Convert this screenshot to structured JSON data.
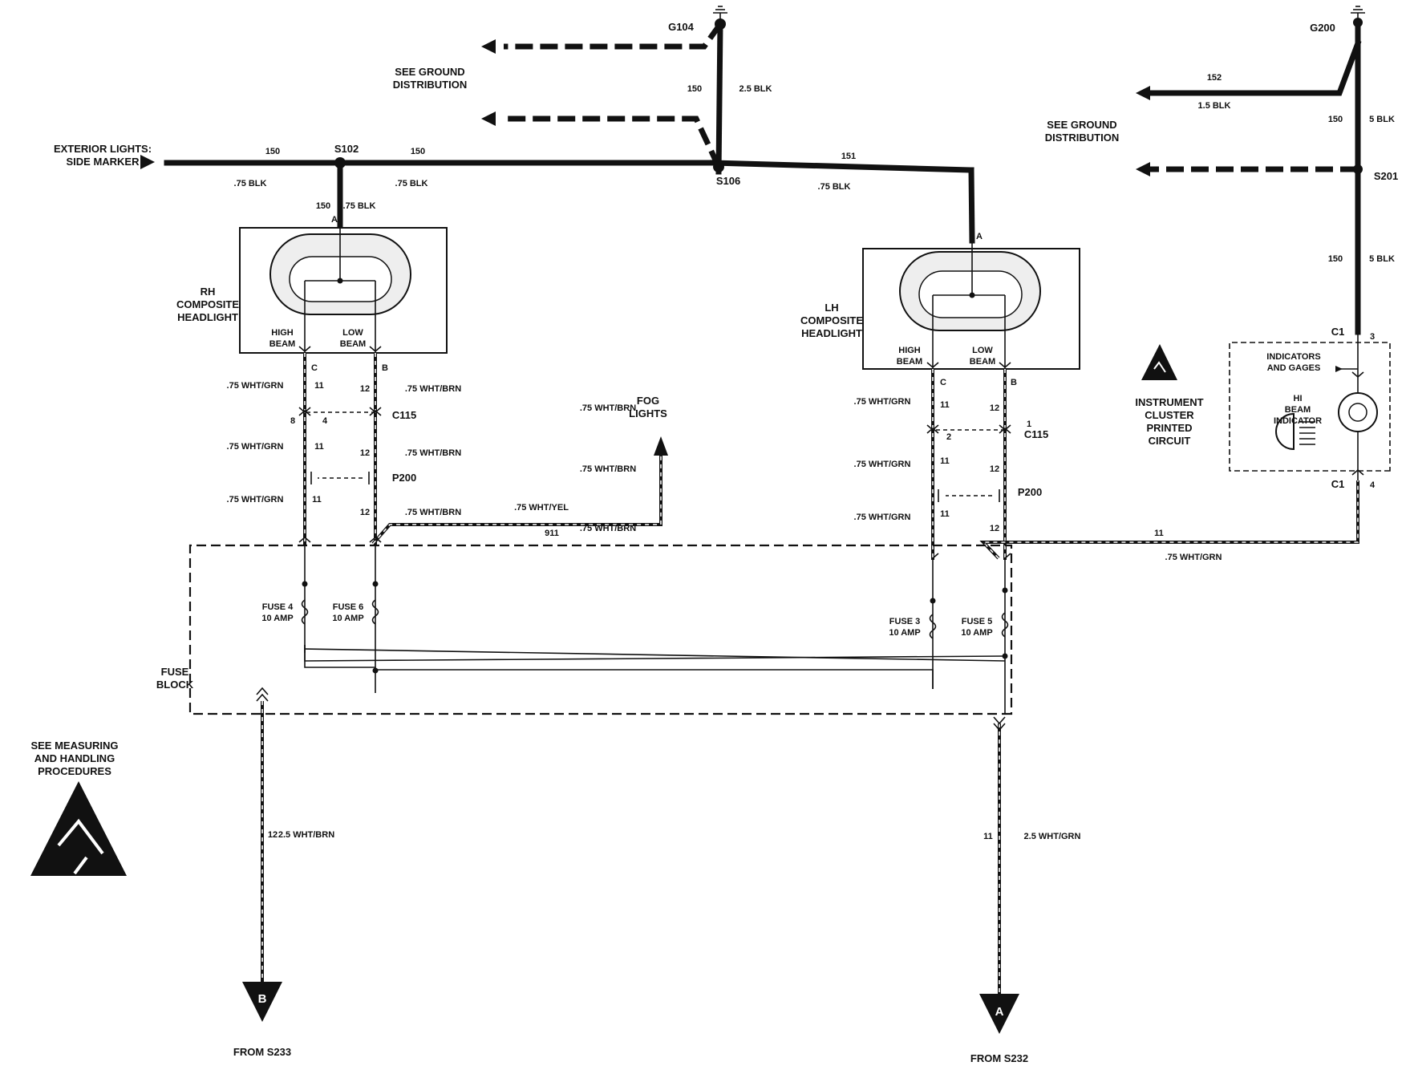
{
  "labels": {
    "exterior_lights_1": "EXTERIOR LIGHTS:",
    "exterior_lights_2": "SIDE MARKER",
    "see_ground_left_1": "SEE GROUND",
    "see_ground_left_2": "DISTRIBUTION",
    "see_ground_right_1": "SEE GROUND",
    "see_ground_right_2": "DISTRIBUTION",
    "g104": "G104",
    "g200": "G200",
    "s102": "S102",
    "s106": "S106",
    "s201": "S201",
    "rh_headlight_1": "RH",
    "rh_headlight_2": "COMPOSITE",
    "rh_headlight_3": "HEADLIGHT",
    "lh_headlight_1": "LH",
    "lh_headlight_2": "COMPOSITE",
    "lh_headlight_3": "HEADLIGHT",
    "low_beam_1": "LOW",
    "low_beam_2": "BEAM",
    "high_beam_1": "HIGH",
    "high_beam_2": "BEAM",
    "pin_a": "A",
    "pin_b": "B",
    "pin_c": "C",
    "c115": "C115",
    "p200": "P200",
    "c1": "C1",
    "pin_3": "3",
    "pin_4": "4",
    "pin_8": "8",
    "pin_1": "1",
    "pin_2": "2",
    "fog_lights_1": "FOG",
    "fog_lights_2": "LIGHTS",
    "fuse_block_1": "FUSE",
    "fuse_block_2": "BLOCK",
    "fuse6": "FUSE 6",
    "fuse4": "FUSE 4",
    "fuse5": "FUSE 5",
    "fuse3": "FUSE 3",
    "amp10": "10 AMP",
    "cluster_1": "INSTRUMENT",
    "cluster_2": "CLUSTER",
    "cluster_3": "PRINTED",
    "cluster_4": "CIRCUIT",
    "indicator_1": "HI",
    "indicator_2": "BEAM",
    "indicator_3": "INDICATOR",
    "gages_1": "INDICATORS",
    "gages_2": "AND GAGES",
    "measuring_1": "SEE MEASURING",
    "measuring_2": "AND HANDLING",
    "measuring_3": "PROCEDURES",
    "from_s233": "FROM S233",
    "from_s232": "FROM S232",
    "conn_a": "A",
    "conn_b": "B"
  },
  "wires": {
    "blk_075": ".75 BLK",
    "blk_25": "2.5 BLK",
    "blk_15": "1.5 BLK",
    "blk_5": "5 BLK",
    "c150": "150",
    "c151": "151",
    "c152": "152",
    "wht_brn_075": ".75 WHT/BRN",
    "wht_grn_075": ".75 WHT/GRN",
    "wht_yel_075": ".75 WHT/YEL",
    "wht_brn_25": "2.5 WHT/BRN",
    "wht_grn_25": "2.5 WHT/GRN",
    "c12": "12",
    "c11": "11",
    "c911": "911"
  },
  "colors": {
    "ink": "#111111",
    "paper": "#ffffff"
  }
}
